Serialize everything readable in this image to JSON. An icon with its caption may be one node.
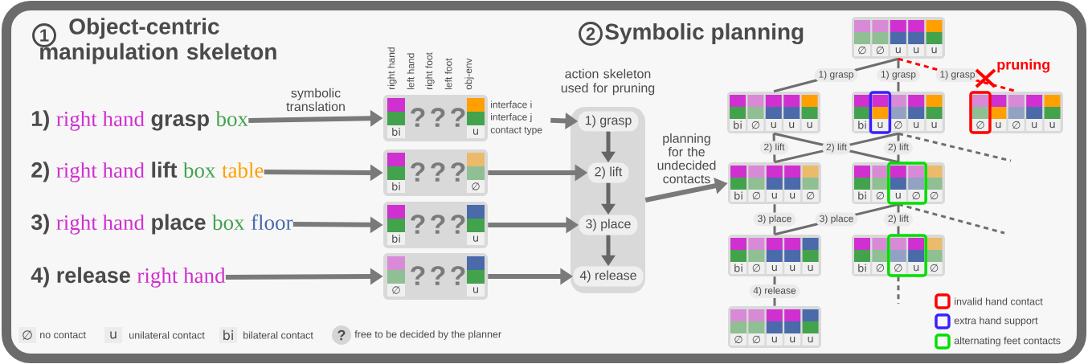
{
  "diagram": {
    "nodes": [
      {
        "text": [
          "1)",
          "right hand",
          "grasp",
          "box"
        ]
      },
      {
        "text": [
          "2)",
          "right hand",
          "lift",
          "box",
          "table"
        ]
      },
      {
        "text": [
          "3)",
          "right hand",
          "place",
          "box",
          "floor"
        ]
      },
      {
        "text": [
          "4)",
          "release",
          "right hand"
        ]
      },
      {
        "text": [
          "bi",
          "?",
          "?",
          "?",
          "u"
        ],
        "beside": [
          "interface i",
          "interface j",
          "contact type"
        ]
      },
      {
        "text": [
          "bi",
          "?",
          "?",
          "?",
          "∅"
        ]
      },
      {
        "text": [
          "bi",
          "?",
          "?",
          "?",
          "u"
        ]
      },
      {
        "text": [
          "∅",
          "?",
          "?",
          "?",
          "u"
        ]
      },
      {
        "text": [
          "action skeleton used for pruning"
        ]
      },
      {
        "text": [
          "1) grasp"
        ],
        "in": 8
      },
      {
        "text": [
          "2) lift"
        ],
        "in": 8
      },
      {
        "text": [
          "3) place"
        ],
        "in": 8
      },
      {
        "text": [
          "4) release"
        ],
        "in": 8
      },
      {
        "text": [
          "∅",
          "∅",
          "u",
          "u",
          "u"
        ]
      },
      {
        "text": [
          "bi",
          "∅",
          "u",
          "u",
          "u"
        ]
      },
      {
        "text": [
          "bi",
          "u",
          "∅",
          "u",
          "u"
        ]
      },
      {
        "text": [
          "∅",
          "u",
          "∅",
          "u",
          "u"
        ]
      },
      {
        "text": [
          "bi",
          "∅",
          "u",
          "u",
          "∅"
        ]
      },
      {
        "text": [
          "bi",
          "∅",
          "u",
          "∅",
          "∅"
        ]
      },
      {
        "text": [
          "bi",
          "∅",
          "u",
          "u",
          "u"
        ]
      },
      {
        "text": [
          "bi",
          "∅",
          "∅",
          "u",
          "∅"
        ]
      },
      {
        "text": [
          "∅",
          "∅",
          "u",
          "u",
          "u"
        ]
      }
    ],
    "edges": [
      {
        "from": 0,
        "to": 4,
        "arrow": "to",
        "label": "symbolic translation",
        "style": "thick"
      },
      {
        "from": 1,
        "to": 5,
        "arrow": "to",
        "style": "thick"
      },
      {
        "from": 2,
        "to": 6,
        "arrow": "to",
        "style": "thick"
      },
      {
        "from": 3,
        "to": 7,
        "arrow": "to",
        "style": "thick"
      },
      {
        "from": 4,
        "to": 9,
        "arrow": "to",
        "style": "thick"
      },
      {
        "from": 5,
        "to": 10,
        "arrow": "to",
        "style": "thick"
      },
      {
        "from": 6,
        "to": 11,
        "arrow": "to",
        "style": "thick"
      },
      {
        "from": 7,
        "to": 12,
        "arrow": "to",
        "style": "thick"
      },
      {
        "from": 9,
        "to": 10,
        "arrow": "to"
      },
      {
        "from": 10,
        "to": 11,
        "arrow": "to"
      },
      {
        "from": 11,
        "to": 12,
        "arrow": "to"
      },
      {
        "from": 8,
        "to": 17,
        "arrow": "to",
        "label": "planning for the undecided contacts",
        "style": "thick"
      },
      {
        "from": 13,
        "to": 14,
        "arrow": "none",
        "label": "1) grasp"
      },
      {
        "from": 13,
        "to": 15,
        "arrow": "none",
        "label": "1) grasp"
      },
      {
        "from": 13,
        "to": 16,
        "arrow": "none",
        "label": "1) grasp",
        "style": "dashed",
        "color": "#ff0000"
      },
      {
        "from": 14,
        "to": 17,
        "arrow": "none",
        "label": "2) lift"
      },
      {
        "from": 14,
        "to": 18,
        "arrow": "none"
      },
      {
        "from": 15,
        "to": 17,
        "arrow": "none",
        "label": "2) lift"
      },
      {
        "from": 15,
        "to": 18,
        "arrow": "none",
        "label": "2) lift"
      },
      {
        "from": 15,
        "to": null,
        "arrow": "none",
        "style": "dashed"
      },
      {
        "from": 17,
        "to": 19,
        "arrow": "none",
        "label": "3) place"
      },
      {
        "from": 18,
        "to": 19,
        "arrow": "none",
        "label": "3) place"
      },
      {
        "from": 18,
        "to": 20,
        "arrow": "none",
        "label": "2) lift"
      },
      {
        "from": 18,
        "to": null,
        "arrow": "none",
        "style": "dashed"
      },
      {
        "from": 20,
        "to": null,
        "arrow": "none",
        "style": "dashed"
      },
      {
        "from": 19,
        "to": 21,
        "arrow": "none",
        "label": "4) release"
      }
    ],
    "labels": [
      "1",
      "Object-centric manipulation skeleton",
      "2",
      "Symbolic planning",
      "right hand",
      "left hand",
      "right foot",
      "left foot",
      "obj-env",
      "pruning",
      "∅",
      "no contact",
      "u",
      "unilateral contact",
      "bi",
      "bilateral contact",
      "?",
      "free to be decided by the planner"
    ],
    "legend": [
      {
        "text": "invalid hand contact",
        "color": "#ff0000"
      },
      {
        "text": "extra hand support",
        "color": "#3a1fff"
      },
      {
        "text": "alternating feet contacts",
        "color": "#00e000"
      }
    ]
  }
}
